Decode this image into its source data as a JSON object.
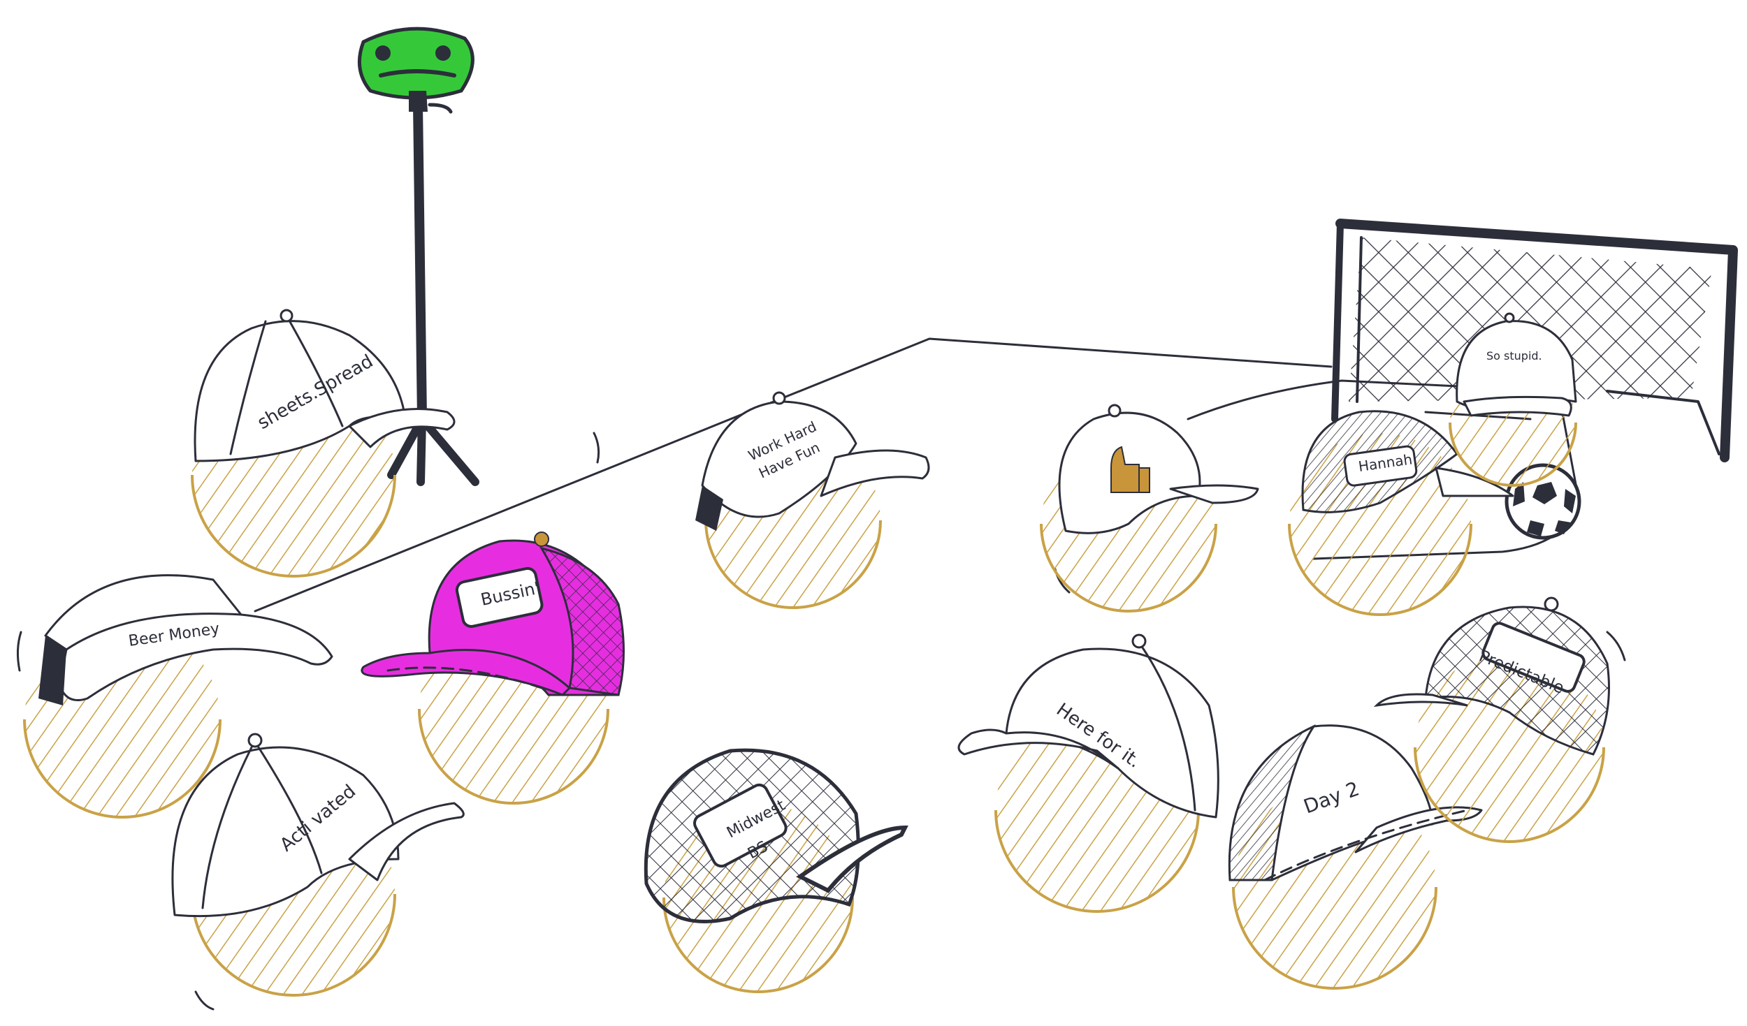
{
  "colors": {
    "ink": "#2c2e3a",
    "gold": "#c9a247",
    "pink": "#e62ee0",
    "green": "#35c93a",
    "thumb": "#c9953a"
  },
  "hats": [
    {
      "id": "sheets-spread",
      "label": "sheets.Spread",
      "style": "plain"
    },
    {
      "id": "work-hard",
      "label_lines": [
        "Work Hard",
        "Have Fun"
      ],
      "style": "plain"
    },
    {
      "id": "thumbs-up",
      "icon": "thumbs-up-icon",
      "style": "plain"
    },
    {
      "id": "hannah",
      "label": "Hannah",
      "style": "hatched"
    },
    {
      "id": "so-stupid",
      "label": "So stupid.",
      "style": "plain"
    },
    {
      "id": "beer-money",
      "label": "Beer Money",
      "style": "visor"
    },
    {
      "id": "bussin",
      "label": "Bussin'",
      "style": "pink"
    },
    {
      "id": "activated",
      "label": "Acti vated",
      "style": "plain"
    },
    {
      "id": "midwest-bs",
      "label_lines": [
        "Midwest",
        "BS"
      ],
      "style": "mesh"
    },
    {
      "id": "here-for-it",
      "label": "Here for it.",
      "style": "plain"
    },
    {
      "id": "day-2",
      "label": "Day 2",
      "style": "mesh-side"
    },
    {
      "id": "predictable",
      "label": "Predictable",
      "style": "hatched"
    }
  ],
  "props": {
    "camera": "tripod-camera-icon",
    "goal": "soccer-goal-icon",
    "ball": "soccer-ball-icon"
  }
}
